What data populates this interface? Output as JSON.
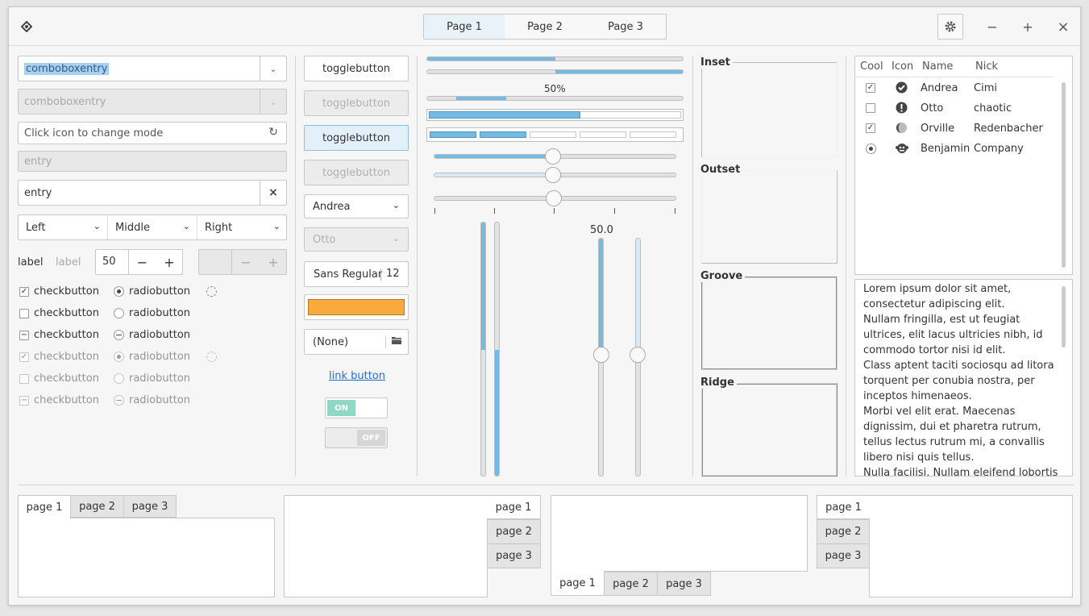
{
  "header": {
    "app_icon": "widget-factory-icon",
    "tabs": [
      "Page 1",
      "Page 2",
      "Page 3"
    ],
    "settings_icon": "gear-icon",
    "minimize": "−",
    "maximize": "+",
    "close": "×"
  },
  "col1": {
    "combo1": "comboboxentry",
    "combo2": "comboboxentry",
    "entry_icon_placeholder": "Click icon to change mode",
    "entry_disabled": "entry",
    "entry_clear": "entry",
    "dropdowns": [
      "Left",
      "Middle",
      "Right"
    ],
    "label1": "label",
    "label2": "label",
    "spin_value": "50",
    "spin_minus": "−",
    "spin_plus": "+",
    "check_label": "checkbutton",
    "radio_label": "radiobutton"
  },
  "col2": {
    "toggle": "togglebutton",
    "combo_andrea": "Andrea",
    "combo_otto": "Otto",
    "font_name": "Sans Regular",
    "font_size": "12",
    "color": "#f8ab3c",
    "file": "(None)",
    "link": "link button",
    "switch_on": "ON",
    "switch_off": "OFF"
  },
  "col3": {
    "progress_label": "50%",
    "progress_bar1": 0.5,
    "progress_bar2": 0.5,
    "level_bar": 0.6,
    "level_segments": 2,
    "scale_value": "50.0"
  },
  "frames": [
    "Inset",
    "Outset",
    "Groove",
    "Ridge"
  ],
  "tree": {
    "headers": [
      "Cool",
      "Icon",
      "Name",
      "Nick"
    ],
    "rows": [
      {
        "cool": "checked",
        "icon": "check-circle-icon",
        "name": "Andrea",
        "nick": "Cimi"
      },
      {
        "cool": "unchecked",
        "icon": "warning-icon",
        "name": "Otto",
        "nick": "chaotic"
      },
      {
        "cool": "checked",
        "icon": "half-moon-icon",
        "name": "Orville",
        "nick": "Redenbacher"
      },
      {
        "cool": "radio",
        "icon": "monkey-icon",
        "name": "Benjamin",
        "nick": "Company"
      }
    ]
  },
  "textview": [
    "Lorem ipsum dolor sit amet,",
    "consectetur adipiscing elit.",
    "Nullam fringilla, est ut feugiat",
    "ultrices, elit lacus ultricies nibh, id",
    "commodo tortor nisi id elit.",
    "Class aptent taciti sociosqu ad litora",
    "torquent per conubia nostra, per",
    "inceptos himenaeos.",
    "Morbi vel elit erat. Maecenas",
    "dignissim, dui et pharetra rutrum,",
    "tellus lectus rutrum mi, a convallis",
    "libero nisi quis tellus.",
    "Nulla facilisi. Nullam eleifend lobortis"
  ],
  "notebook_tabs": [
    "page 1",
    "page 2",
    "page 3"
  ]
}
